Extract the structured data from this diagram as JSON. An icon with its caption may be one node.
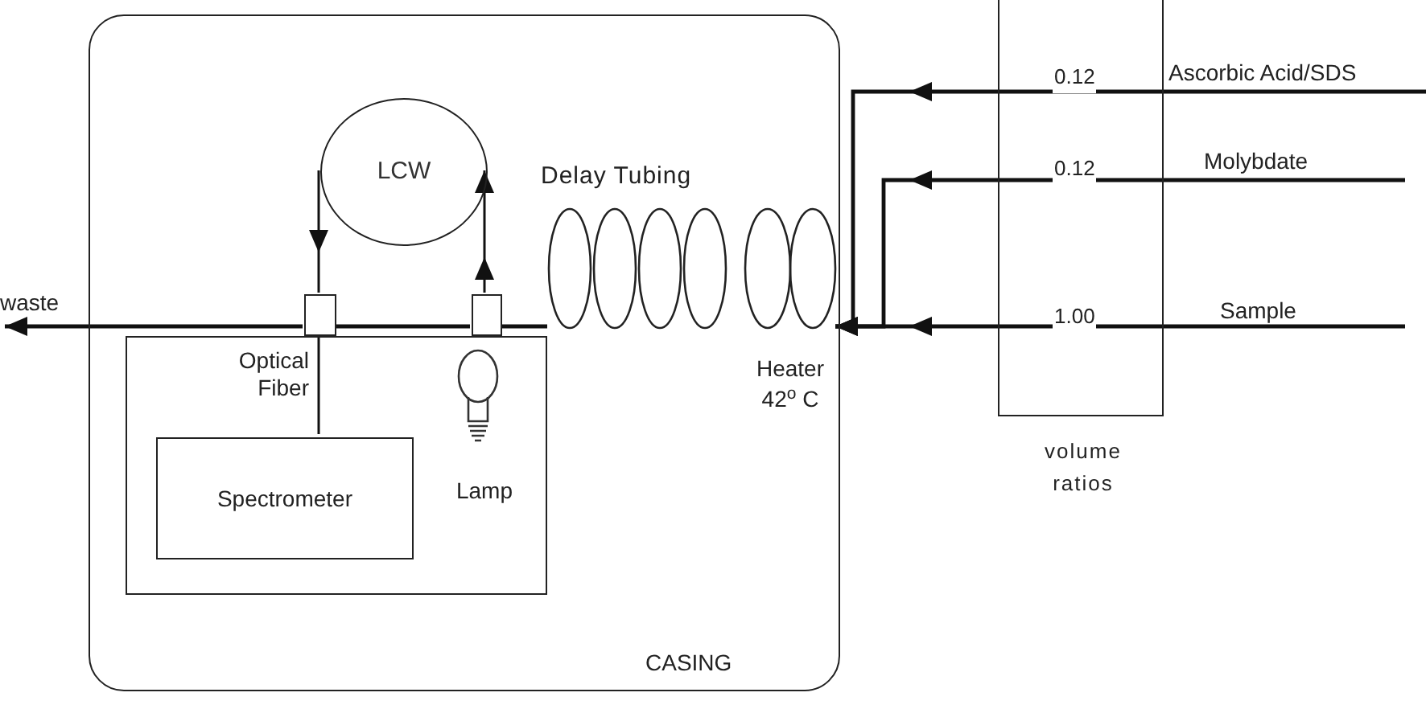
{
  "diagram": {
    "nodes": [
      {
        "text": [
          "CASING"
        ]
      },
      {
        "text": [],
        "shape": "box",
        "in": 0
      },
      {
        "text": [
          "Spectrometer"
        ],
        "in": 1
      },
      {
        "text": [
          "LCW"
        ],
        "in": 0
      },
      {
        "text": [],
        "shape": "box",
        "in": 0
      },
      {
        "text": [],
        "shape": "box",
        "in": 0
      },
      {
        "text": [
          "Delay Tubing"
        ],
        "in": 0
      },
      {
        "text": [
          "0.12",
          "0.12",
          "1.00"
        ],
        "beside": [
          "volume ratios"
        ]
      }
    ],
    "edges": [
      {
        "from": 3,
        "to": 4,
        "arrow": "to"
      },
      {
        "from": 5,
        "to": 3,
        "arrow": "to"
      },
      {
        "from": 4,
        "to": 2,
        "arrow": "none",
        "label": "Optical Fiber"
      },
      {
        "from": 6,
        "to": 5,
        "arrow": "none"
      },
      {
        "from": 5,
        "to": 4,
        "arrow": "none"
      },
      {
        "from": 4,
        "to": null,
        "arrow": "to",
        "label": "waste"
      },
      {
        "from": null,
        "to": 6,
        "arrow": "to",
        "label": "Ascorbic Acid/SDS"
      },
      {
        "from": null,
        "to": 6,
        "arrow": "to",
        "label": "Molybdate"
      },
      {
        "from": null,
        "to": 6,
        "arrow": "to",
        "label": "Sample"
      }
    ],
    "labels": [
      "Lamp",
      "Heater 42$^{o}$ C"
    ]
  }
}
